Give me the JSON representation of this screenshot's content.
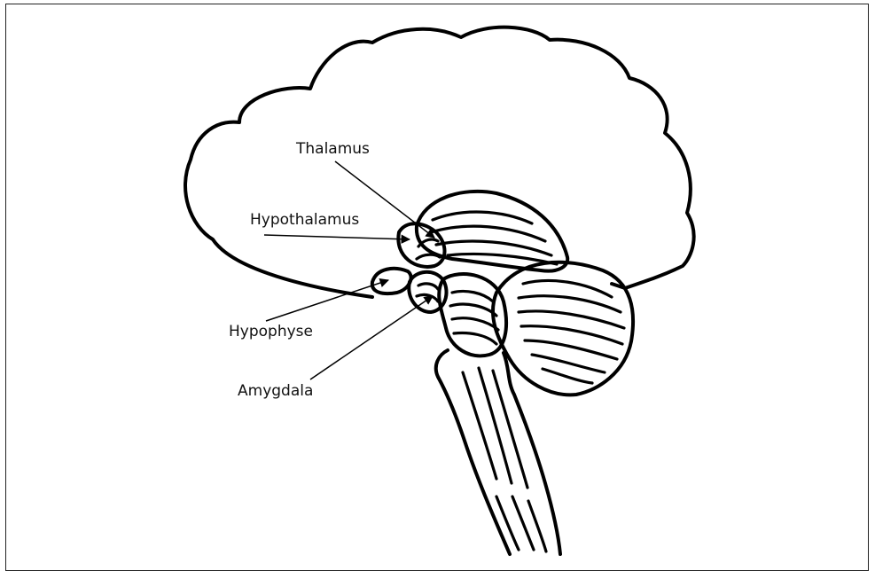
{
  "labels": {
    "thalamus": "Thalamus",
    "hypothalamus": "Hypothalamus",
    "hypophyse": "Hypophyse",
    "amygdala": "Amygdala"
  },
  "colors": {
    "ink": "#000000",
    "background": "#ffffff"
  }
}
